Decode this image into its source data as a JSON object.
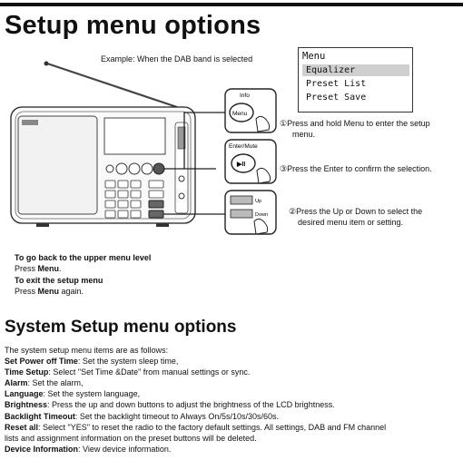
{
  "page": {
    "title": "Setup menu options",
    "example_caption": "Example: When the DAB band is selected"
  },
  "menu_display": {
    "title": "Menu",
    "items": [
      {
        "label": "Equalizer",
        "selected": true
      },
      {
        "label": "Preset List",
        "selected": false
      },
      {
        "label": "Preset Save",
        "selected": false
      }
    ]
  },
  "callouts": {
    "info_label": "Info",
    "menu_button_label": "Menu",
    "enter_label": "Enter/Mute",
    "enter_symbol": "▶II",
    "up_label": "Up",
    "down_label": "Down"
  },
  "steps": [
    {
      "number": "①",
      "line1": "Press and hold Menu to enter the setup",
      "line2": "menu."
    },
    {
      "number": "③",
      "line1": "Press the Enter to confirm the selection.",
      "line2": ""
    },
    {
      "number": "②",
      "line1": "Press the Up or Down to select the",
      "line2": "desired menu item or setting."
    }
  ],
  "instructions": {
    "back_heading": "To go back to the upper menu level",
    "back_text_pre": "Press ",
    "back_text_key": "Menu",
    "back_text_post": ".",
    "exit_heading": "To exit the setup menu",
    "exit_text_pre": "Press ",
    "exit_text_key": "Menu",
    "exit_text_post": " again."
  },
  "system": {
    "title": "System Setup menu options",
    "intro": "The system setup menu items are as follows:",
    "items": [
      {
        "term": "Set Power off Time",
        "desc": ": Set the system sleep time,"
      },
      {
        "term": "Time Setup",
        "desc": ": Select \"Set Time &Date\" from manual settings or sync."
      },
      {
        "term": "Alarm",
        "desc": ": Set the alarm,"
      },
      {
        "term": "Language",
        "desc": ": Set the system language,"
      },
      {
        "term": "Brightness",
        "desc": ": Press the up and down buttons to adjust the brightness of the LCD brightness."
      },
      {
        "term": "Backlight Timeout",
        "desc": ": Set the backlight timeout to Always On/5s/10s/30s/60s."
      },
      {
        "term": "Reset all",
        "desc": ": Select \"YES\" to reset the radio to the factory default settings. All settings, DAB and FM channel"
      },
      {
        "term": "",
        "desc": "lists and assignment information on the preset buttons will be deleted."
      },
      {
        "term": "Device Information",
        "desc": ": View device information."
      }
    ]
  }
}
